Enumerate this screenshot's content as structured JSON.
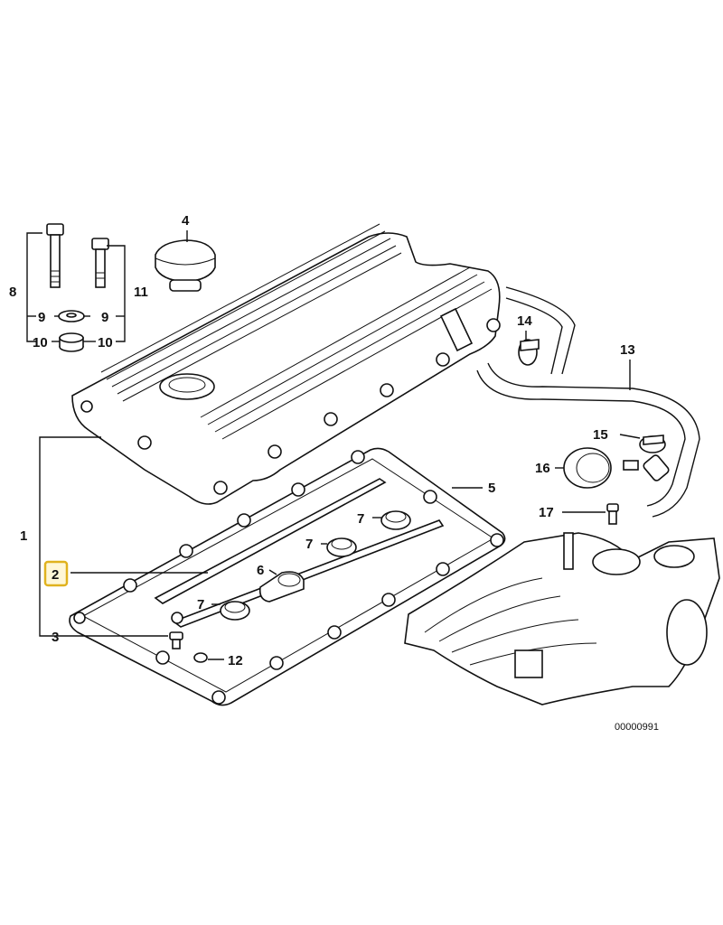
{
  "diagram": {
    "reference_code": "00000991",
    "callouts": {
      "c1": "1",
      "c2": "2",
      "c3": "3",
      "c4": "4",
      "c5": "5",
      "c6": "6",
      "c7a": "7",
      "c7b": "7",
      "c7c": "7",
      "c8": "8",
      "c9a": "9",
      "c9b": "9",
      "c10a": "10",
      "c10b": "10",
      "c11": "11",
      "c12": "12",
      "c13": "13",
      "c14": "14",
      "c15": "15",
      "c16": "16",
      "c17": "17"
    },
    "highlighted_callout": "2",
    "colors": {
      "line": "#111111",
      "highlight_border": "#e0b21e",
      "highlight_fill": "#fff7d6"
    }
  }
}
